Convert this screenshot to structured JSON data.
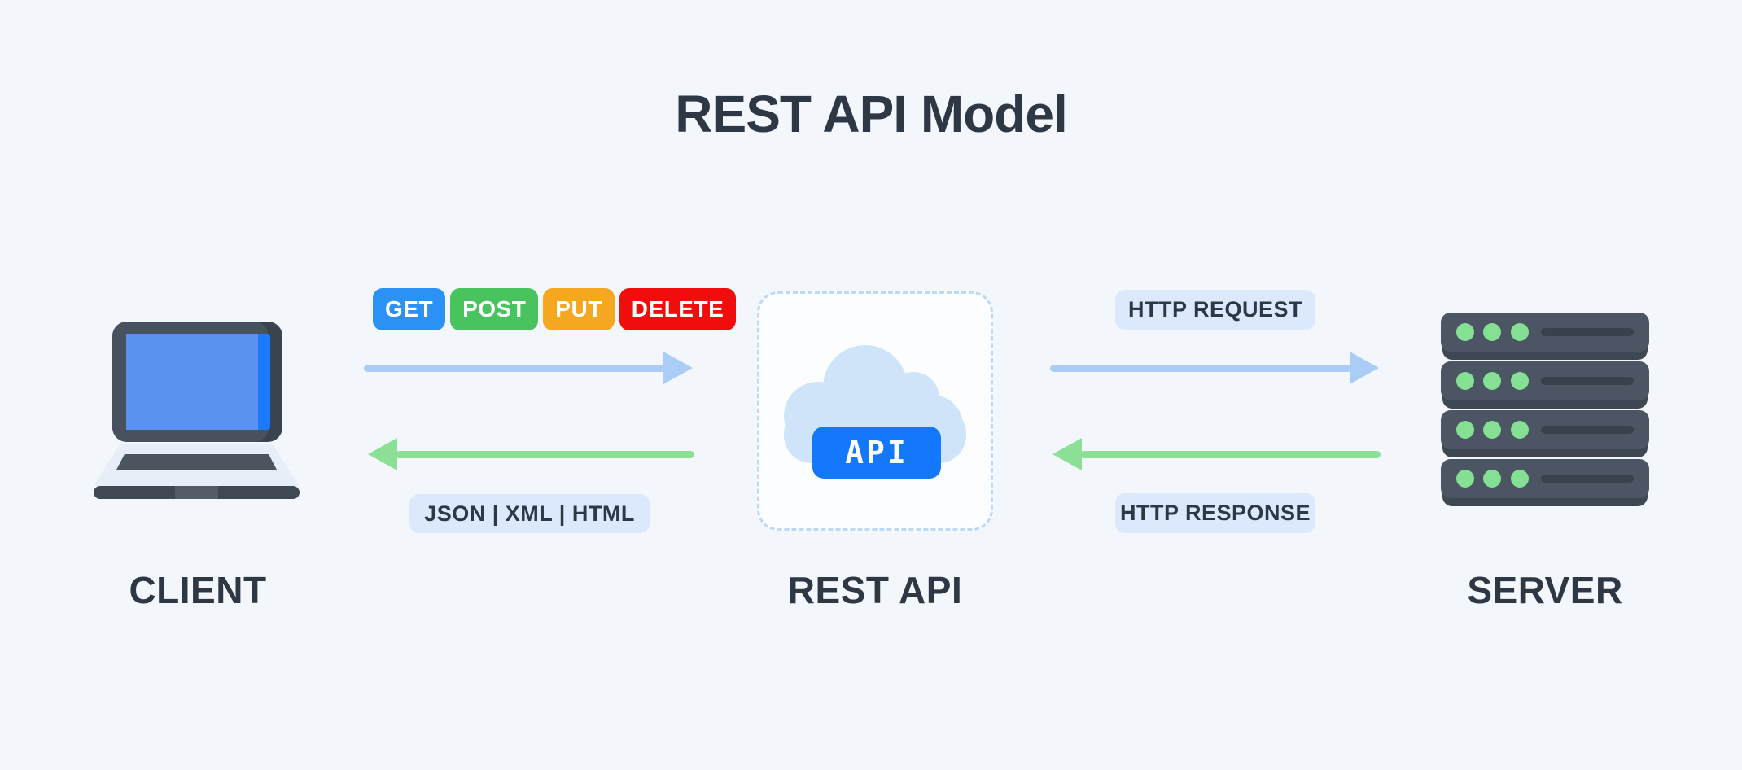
{
  "title": "REST API Model",
  "client": {
    "label": "CLIENT"
  },
  "api": {
    "label": "REST API",
    "badge": "API"
  },
  "server": {
    "label": "SERVER"
  },
  "client_to_api": {
    "methods": [
      {
        "label": "GET"
      },
      {
        "label": "POST"
      },
      {
        "label": "PUT"
      },
      {
        "label": "DELETE"
      }
    ],
    "response_formats": "JSON | XML | HTML"
  },
  "api_to_server": {
    "request_label": "HTTP REQUEST",
    "response_label": "HTTP RESPONSE"
  },
  "colors": {
    "background": "#f3f7fc",
    "text_dark": "#2e3744",
    "method_get": "#2b91f5",
    "method_post": "#49c35e",
    "method_put": "#f5a71f",
    "method_delete": "#f20d0d",
    "arrow_blue": "#a9cdf7",
    "arrow_green": "#8ce095",
    "pill_bg": "#dce8fb",
    "box_border": "#bcd9f5",
    "box_bg": "#fbfdff",
    "cloud": "#cfe4f8",
    "api_badge_bg": "#1478fd",
    "api_badge_text": "#ffffff",
    "laptop_frame": "#47525e",
    "laptop_frame_dark": "#3a4450",
    "laptop_screen": "#5a92f1",
    "laptop_screen_strip": "#1b7afc",
    "laptop_base": "#e8eef8",
    "laptop_keyboard": "#4a5560",
    "laptop_bottom": "#3e4954",
    "laptop_notch": "#525d68",
    "server_body": "#4c5563",
    "server_lip": "#3e4754",
    "server_dot": "#85e093",
    "server_slot": "#39414e"
  }
}
